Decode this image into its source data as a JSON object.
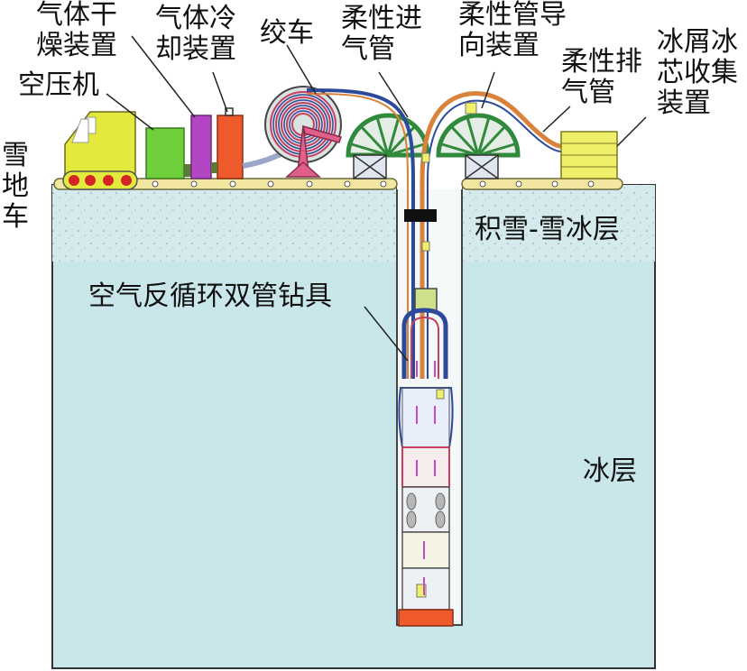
{
  "labels": {
    "snow_vehicle": [
      "雪",
      "地",
      "车"
    ],
    "air_compressor": "空压机",
    "gas_dryer": [
      "气体干",
      "燥装置"
    ],
    "gas_cooler": [
      "气体冷",
      "却装置"
    ],
    "winch": "绞车",
    "flexible_inlet_pipe": [
      "柔性进",
      "气管"
    ],
    "flexible_pipe_guide": [
      "柔性管导",
      "向装置"
    ],
    "flexible_exhaust_pipe": [
      "柔性排",
      "气管"
    ],
    "ice_chip_core_collector": [
      "冰屑冰",
      "芯收集",
      "装置"
    ],
    "snow_firn_layer": "积雪-雪冰层",
    "dual_pipe_drill": "空气反循环双管钻具",
    "ice_layer": "冰层"
  },
  "colors": {
    "ice": "#c9e7ea",
    "snow": "#d4eaec",
    "vehicle": "#e3ea3c",
    "compressor": "#6fcf3a",
    "dryer": "#b347c3",
    "cooler": "#ef5a2d",
    "winch": "#e0608c",
    "guide_wheel": "#2f8a3c",
    "inlet_pipe": "#2d4a9a",
    "exhaust_pipe": "#d9823c",
    "collector": "#eef06a",
    "platform": "#f2e6a0"
  }
}
